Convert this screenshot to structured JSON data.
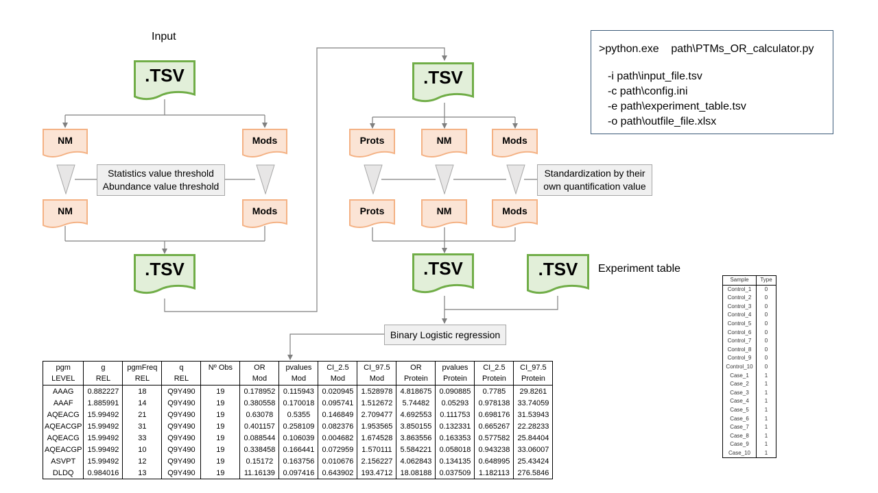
{
  "labels": {
    "input": "Input",
    "experiment_table": "Experiment table"
  },
  "docs": {
    "tsv": ".TSV",
    "nm": "NM",
    "mods": "Mods",
    "prots": "Prots"
  },
  "boxes": {
    "thresholds": [
      "Statistics value threshold",
      "Abundance value threshold"
    ],
    "standardization": [
      "Standardization by their",
      "own quantification value"
    ],
    "regression": "Binary Logistic regression"
  },
  "command": {
    "first_line": ">python.exe    path\\PTMs_OR_calculator.py",
    "args": [
      "-i path\\input_file.tsv",
      "-c path\\config.ini",
      "-e path\\experiment_table.tsv",
      "-o path\\outfile_file.xlsx"
    ]
  },
  "results_table": {
    "headers": [
      [
        "pgm",
        "LEVEL"
      ],
      [
        "g",
        "REL"
      ],
      [
        "pgmFreq",
        "REL"
      ],
      [
        "q",
        "REL"
      ],
      [
        "Nº Obs",
        ""
      ],
      [
        "OR",
        "Mod"
      ],
      [
        "pvalues",
        "Mod"
      ],
      [
        "CI_2.5",
        "Mod"
      ],
      [
        "CI_97.5",
        "Mod"
      ],
      [
        "OR",
        "Protein"
      ],
      [
        "pvalues",
        "Protein"
      ],
      [
        "CI_2.5",
        "Protein"
      ],
      [
        "CI_97.5",
        "Protein"
      ]
    ],
    "rows": [
      [
        "AAAG",
        "0.882227",
        "18",
        "Q9Y490",
        "19",
        "0.178952",
        "0.115943",
        "0.020945",
        "1.528978",
        "4.818675",
        "0.090885",
        "0.7785",
        "29.8261"
      ],
      [
        "AAAF",
        "1.885991",
        "14",
        "Q9Y490",
        "19",
        "0.380558",
        "0.170018",
        "0.095741",
        "1.512672",
        "5.74482",
        "0.05293",
        "0.978138",
        "33.74059"
      ],
      [
        "AQEACG",
        "15.99492",
        "21",
        "Q9Y490",
        "19",
        "0.63078",
        "0.5355",
        "0.146849",
        "2.709477",
        "4.692553",
        "0.111753",
        "0.698176",
        "31.53943"
      ],
      [
        "AQEACGP",
        "15.99492",
        "31",
        "Q9Y490",
        "19",
        "0.401157",
        "0.258109",
        "0.082376",
        "1.953565",
        "3.850155",
        "0.132331",
        "0.665267",
        "22.28233"
      ],
      [
        "AQEACG",
        "15.99492",
        "33",
        "Q9Y490",
        "19",
        "0.088544",
        "0.106039",
        "0.004682",
        "1.674528",
        "3.863556",
        "0.163353",
        "0.577582",
        "25.84404"
      ],
      [
        "AQEACGP",
        "15.99492",
        "10",
        "Q9Y490",
        "19",
        "0.338458",
        "0.166441",
        "0.072959",
        "1.570111",
        "5.584221",
        "0.058018",
        "0.943238",
        "33.06007"
      ],
      [
        "ASVPT",
        "15.99492",
        "12",
        "Q9Y490",
        "19",
        "0.15172",
        "0.163756",
        "0.010676",
        "2.156227",
        "4.062843",
        "0.134135",
        "0.648995",
        "25.43424"
      ],
      [
        "DLDQ",
        "0.984016",
        "13",
        "Q9Y490",
        "19",
        "11.16139",
        "0.097416",
        "0.643902",
        "193.4712",
        "18.08188",
        "0.037509",
        "1.182113",
        "276.5846"
      ]
    ]
  },
  "experiment_table": {
    "headers": [
      "Sample",
      "Type"
    ],
    "rows": [
      [
        "Control_1",
        "0"
      ],
      [
        "Control_2",
        "0"
      ],
      [
        "Control_3",
        "0"
      ],
      [
        "Control_4",
        "0"
      ],
      [
        "Control_5",
        "0"
      ],
      [
        "Control_6",
        "0"
      ],
      [
        "Control_7",
        "0"
      ],
      [
        "Control_8",
        "0"
      ],
      [
        "Control_9",
        "0"
      ],
      [
        "Control_10",
        "0"
      ],
      [
        "Case_1",
        "1"
      ],
      [
        "Case_2",
        "1"
      ],
      [
        "Case_3",
        "1"
      ],
      [
        "Case_4",
        "1"
      ],
      [
        "Case_5",
        "1"
      ],
      [
        "Case_6",
        "1"
      ],
      [
        "Case_7",
        "1"
      ],
      [
        "Case_8",
        "1"
      ],
      [
        "Case_9",
        "1"
      ],
      [
        "Case_10",
        "1"
      ]
    ]
  },
  "colors": {
    "tsv_fill": "#e2efd9",
    "tsv_stroke": "#70ad47",
    "sub_fill": "#fbe4d5",
    "sub_stroke": "#f4b183",
    "connector": "#7f7f7f",
    "box_fill": "#f0f0f0",
    "triangle_fill": "#e7e6e6",
    "command_border": "#3a5a78"
  }
}
